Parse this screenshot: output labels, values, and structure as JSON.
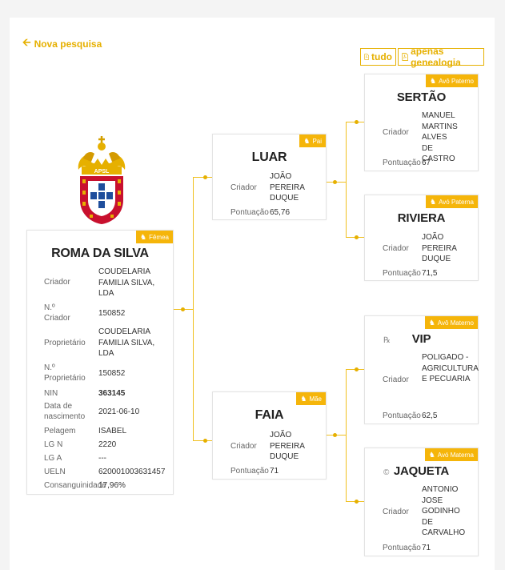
{
  "nav": {
    "back_label": "Nova pesquisa"
  },
  "pdf": {
    "all_label": "tudo",
    "genealogy_label": "apenas genealogia"
  },
  "crest": {
    "text": "APSL"
  },
  "subject": {
    "badge": "Fêmea",
    "name": "ROMA DA SILVA",
    "fields": [
      {
        "label": "Criador",
        "value": "COUDELARIA FAMILIA SILVA, LDA"
      },
      {
        "label": "N.º Criador",
        "value": "150852"
      },
      {
        "label": "Proprietário",
        "value": "COUDELARIA FAMILIA SILVA, LDA"
      },
      {
        "label": "N.º Proprietário",
        "value": "150852"
      },
      {
        "label": "NIN",
        "value": "363145"
      },
      {
        "label": "Data de nascimento",
        "value": "2021-06-10"
      },
      {
        "label": "Pelagem",
        "value": "ISABEL"
      },
      {
        "label": "LG N",
        "value": "2220"
      },
      {
        "label": "LG A",
        "value": "---"
      },
      {
        "label": "UELN",
        "value": "620001003631457"
      },
      {
        "label": "Consanguinidade",
        "value": "17,96%"
      }
    ]
  },
  "sire": {
    "badge": "Pai",
    "name": "LUAR",
    "breeder_label": "Criador",
    "breeder": "JOÃO PEREIRA DUQUE",
    "score_label": "Pontuação",
    "score": "65,76"
  },
  "dam": {
    "badge": "Mãe",
    "name": "FAIA",
    "breeder_label": "Criador",
    "breeder": "JOÃO PEREIRA DUQUE",
    "score_label": "Pontuação",
    "score": "71"
  },
  "paternal_grandsire": {
    "badge": "Avô Paterno",
    "name": "SERTÃO",
    "breeder_label": "Criador",
    "breeder": "MANUEL MARTINS ALVES DE CASTRO",
    "score_label": "Pontuação",
    "score": "67"
  },
  "paternal_granddam": {
    "badge": "Avó Paterna",
    "name": "RIVIERA",
    "breeder_label": "Criador",
    "breeder": "JOÃO PEREIRA DUQUE",
    "score_label": "Pontuação",
    "score": "71,5"
  },
  "maternal_grandsire": {
    "badge": "Avô Materno",
    "name": "VIP",
    "breeder_label": "Criador",
    "breeder": "POLIGADO - AGRICULTURA E PECUARIA",
    "score_label": "Pontuação",
    "score": "62,5"
  },
  "maternal_granddam": {
    "badge": "Avó Materna",
    "name": "JAQUETA",
    "breeder_label": "Criador",
    "breeder": "ANTONIO JOSE GODINHO DE CARVALHO",
    "score_label": "Pontuação",
    "score": "71"
  },
  "colors": {
    "accent": "#f5b50a",
    "link": "#e6b000",
    "crest_red": "#c8102e",
    "crest_blue": "#1f4e9c"
  }
}
